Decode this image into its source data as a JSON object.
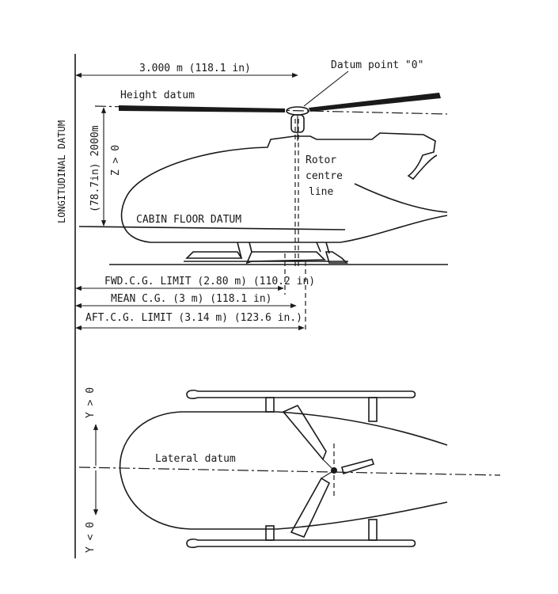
{
  "labels": {
    "dim_top": "3.000 m (118.1 in)",
    "datum_point": "Datum point \"0\"",
    "height_datum": "Height datum",
    "longitudinal_datum": "LONGITUDINAL DATUM",
    "z_dim": "(78.7in) 2000m",
    "z_sign": "Z > 0",
    "rotor_1": "Rotor",
    "rotor_2": "centre",
    "rotor_3": "line",
    "cabin_floor": "CABIN FLOOR DATUM",
    "fwd_cg": "FWD.C.G. LIMIT (2.80 m) (110.2 in)",
    "mean_cg": "MEAN C.G. (3 m) (118.1 in)",
    "aft_cg": "AFT.C.G. LIMIT (3.14 m) (123.6 in.)",
    "y_pos": "Y > 0",
    "y_neg": "Y < 0",
    "lateral_datum": "Lateral datum"
  }
}
